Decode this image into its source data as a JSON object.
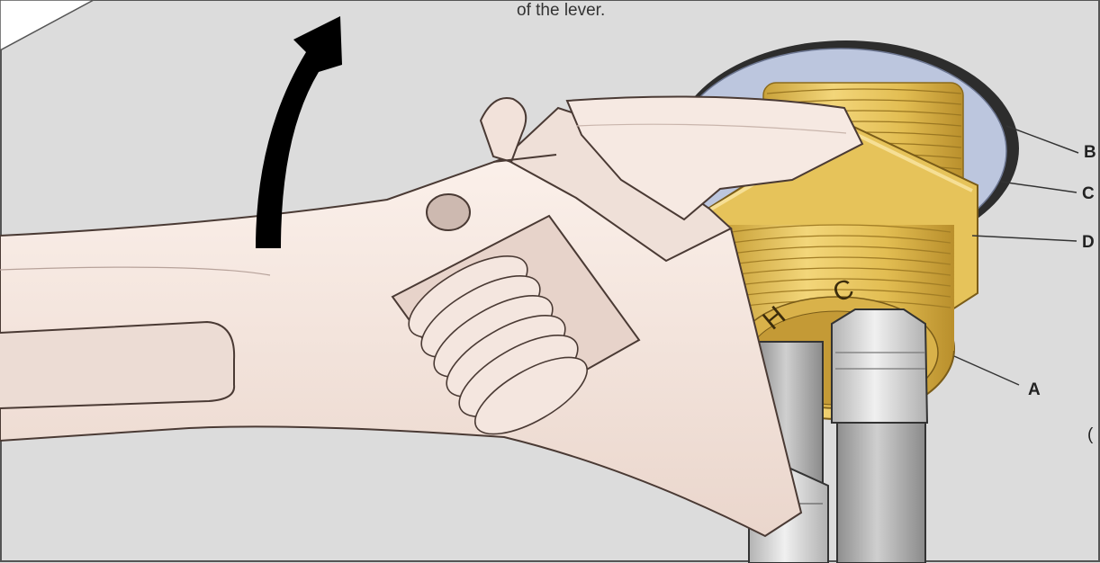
{
  "caption_text": "of the lever.",
  "callouts": {
    "a": "A",
    "b": "B",
    "c": "C",
    "d": "D",
    "edge_fragment": "("
  },
  "nut_markings": {
    "hot": "H",
    "cold": "C"
  },
  "colors": {
    "background": "#dcdcdc",
    "wrench": "#f3e3dc",
    "wrench_outline": "#4a3a34",
    "brass": "#e6c35a",
    "washer": "#bcc6de",
    "hose": "#aaaaaa",
    "arrow": "#000000"
  },
  "icons": {
    "rotation": "curved-arrow-up-icon"
  }
}
